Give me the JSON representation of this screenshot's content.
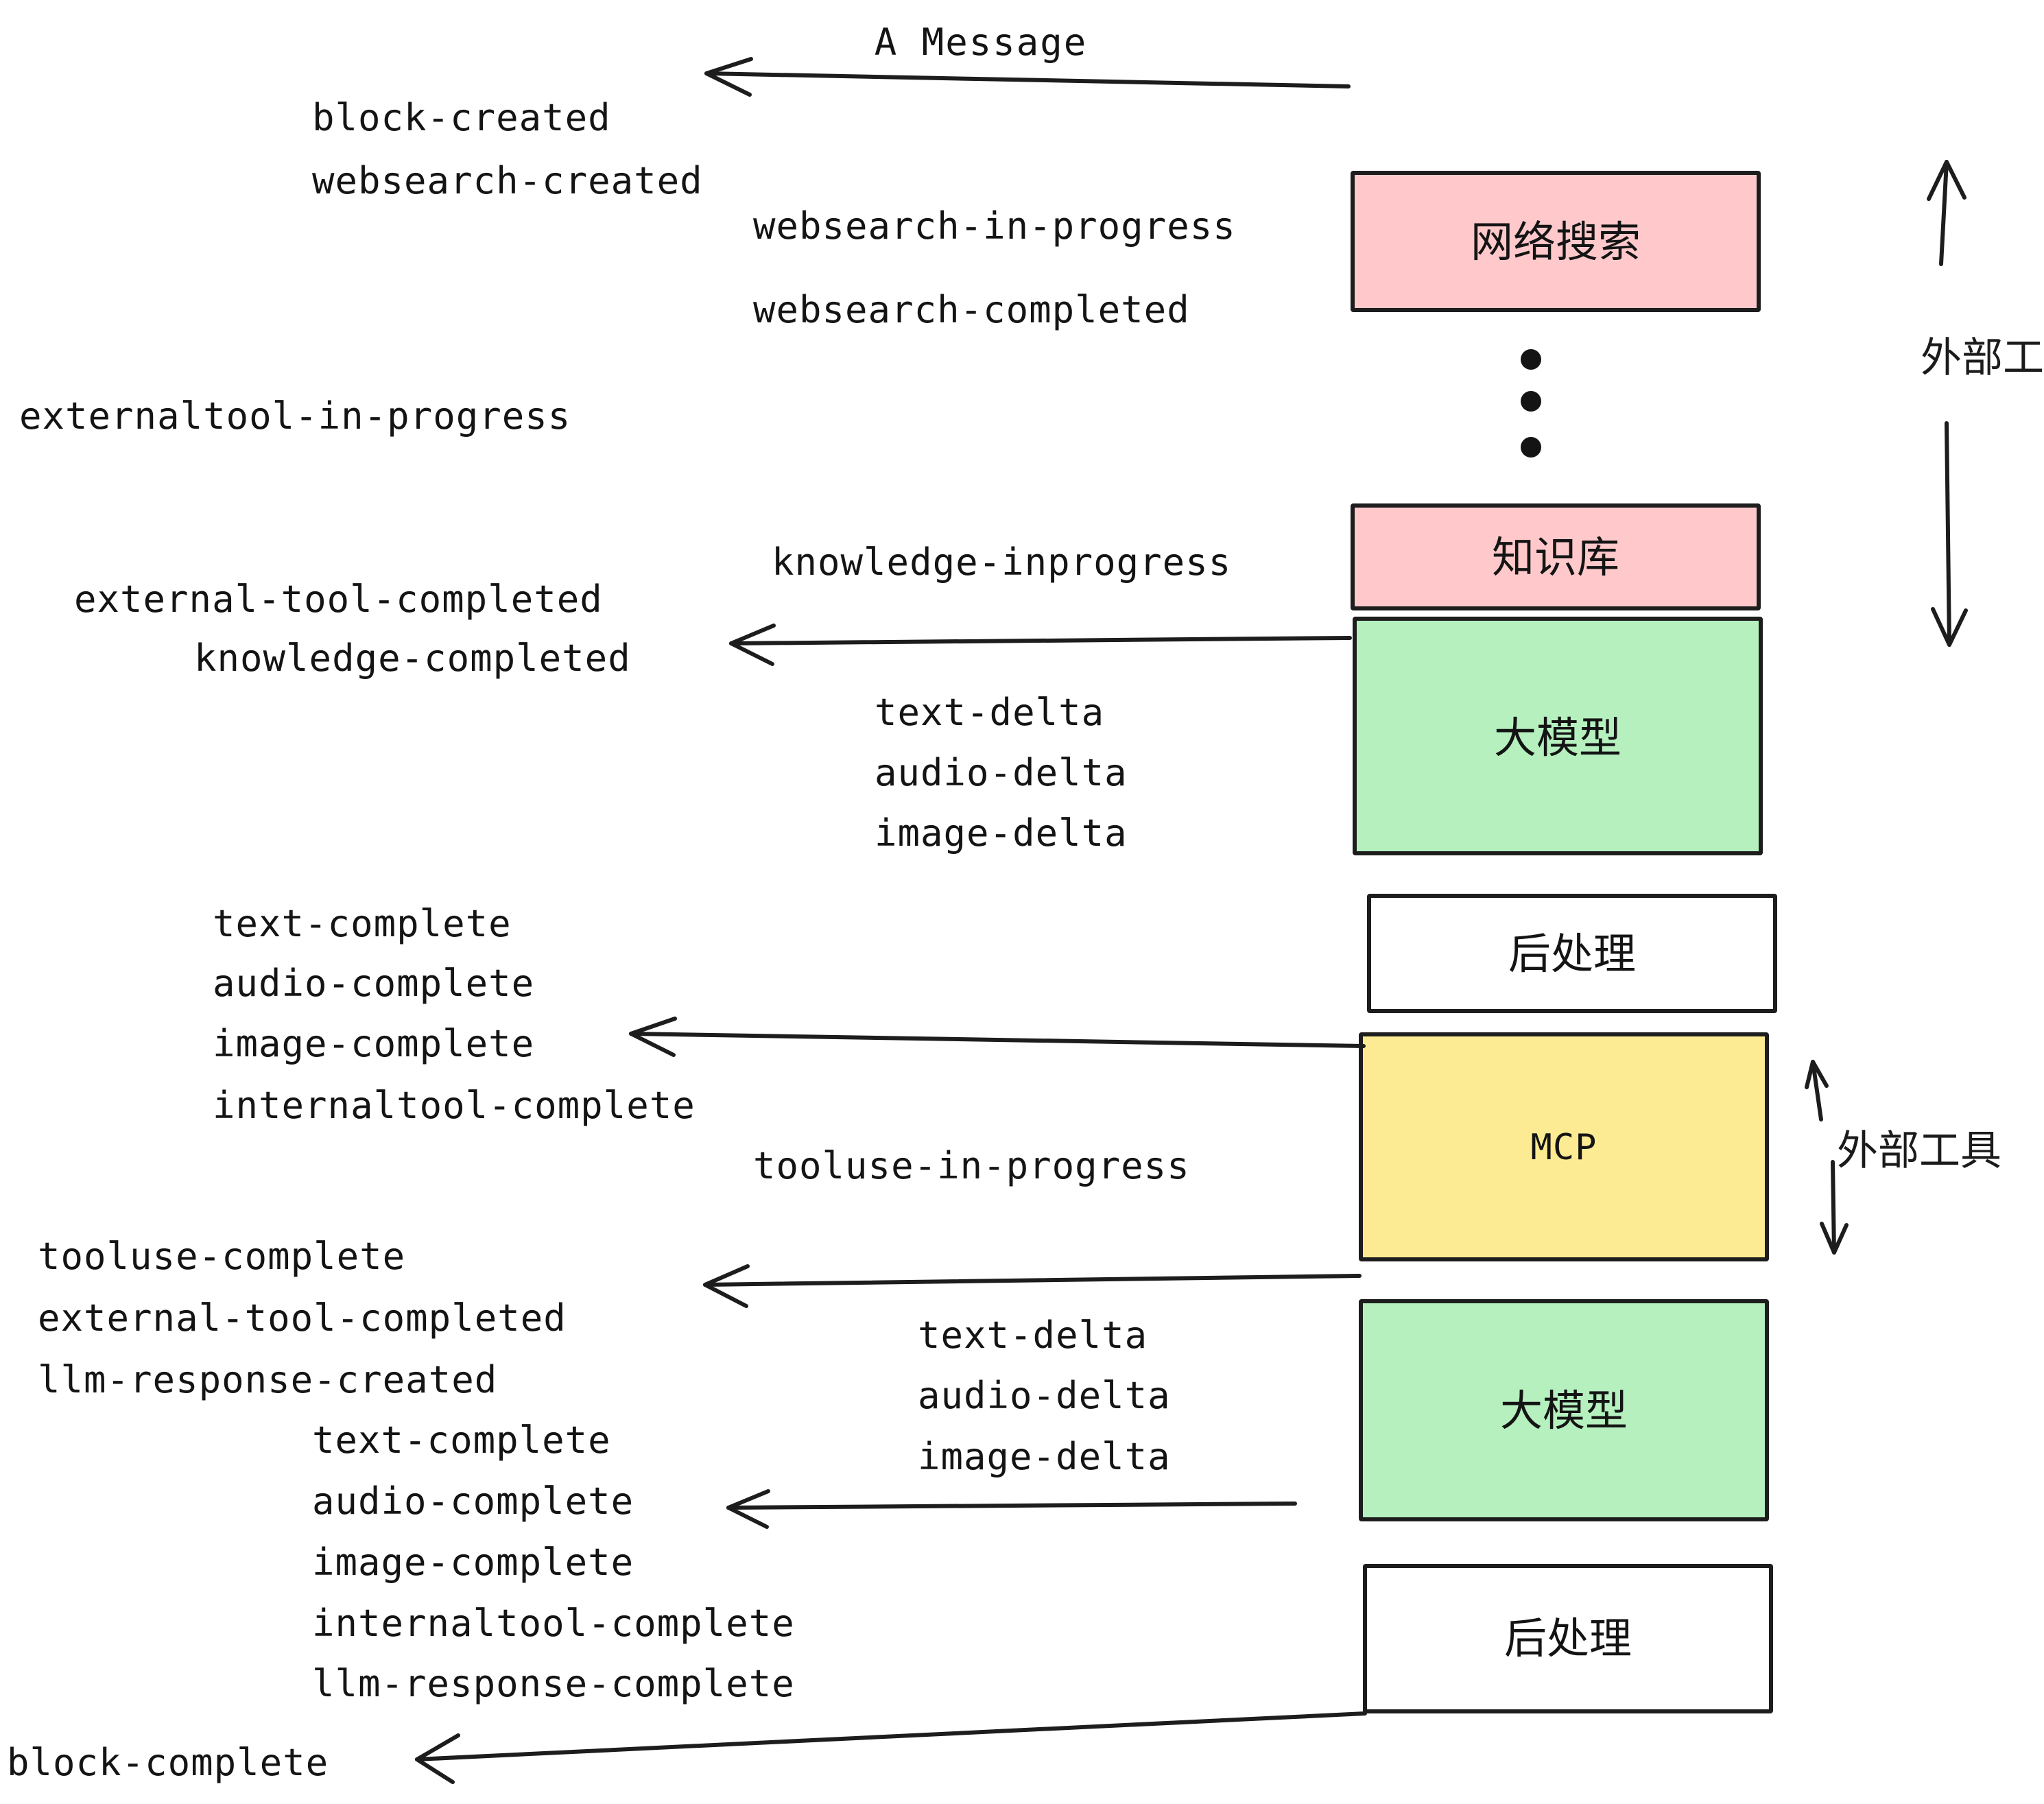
{
  "title": "A Message",
  "colors": {
    "pink": "#FFC9CB",
    "green": "#B5F0BE",
    "yellow": "#FDEB93",
    "white": "#FFFFFF",
    "stroke": "#1D1D1D",
    "text": "#141414",
    "background": "#FFFFFF"
  },
  "nodes": [
    {
      "id": "websearch",
      "label": "网络搜索",
      "fill": "#FFC9CB"
    },
    {
      "id": "knowledge",
      "label": "知识库",
      "fill": "#FFC9CB"
    },
    {
      "id": "llm-1",
      "label": "大模型",
      "fill": "#B5F0BE"
    },
    {
      "id": "postprocess-1",
      "label": "后处理",
      "fill": "#FFFFFF"
    },
    {
      "id": "mcp",
      "label": "MCP",
      "fill": "#FDEB93"
    },
    {
      "id": "llm-2",
      "label": "大模型",
      "fill": "#B5F0BE"
    },
    {
      "id": "postprocess-2",
      "label": "后处理",
      "fill": "#FFFFFF"
    }
  ],
  "side_labels": [
    {
      "id": "external-tools-top",
      "label": "外部工具"
    },
    {
      "id": "external-tools-bottom",
      "label": "外部工具"
    }
  ],
  "events": {
    "block_created": "block-created",
    "websearch_created": "websearch-created",
    "websearch_in_progress": "websearch-in-progress",
    "websearch_completed": "websearch-completed",
    "externaltool_in_progress": "externaltool-in-progress",
    "knowledge_inprogress": "knowledge-inprogress",
    "external_tool_completed_1": "external-tool-completed",
    "knowledge_completed": "knowledge-completed",
    "text_delta_1": "text-delta",
    "audio_delta_1": "audio-delta",
    "image_delta_1": "image-delta",
    "text_complete_1": "text-complete",
    "audio_complete_1": "audio-complete",
    "image_complete_1": "image-complete",
    "internaltool_complete_1": "internaltool-complete",
    "tooluse_in_progress": "tooluse-in-progress",
    "tooluse_complete": "tooluse-complete",
    "external_tool_completed_2": "external-tool-completed",
    "llm_response_created": "llm-response-created",
    "text_delta_2": "text-delta",
    "audio_delta_2": "audio-delta",
    "image_delta_2": "image-delta",
    "text_complete_2": "text-complete",
    "audio_complete_2": "audio-complete",
    "image_complete_2": "image-complete",
    "internaltool_complete_2": "internaltool-complete",
    "llm_response_complete": "llm-response-complete",
    "block_complete": "block-complete"
  }
}
